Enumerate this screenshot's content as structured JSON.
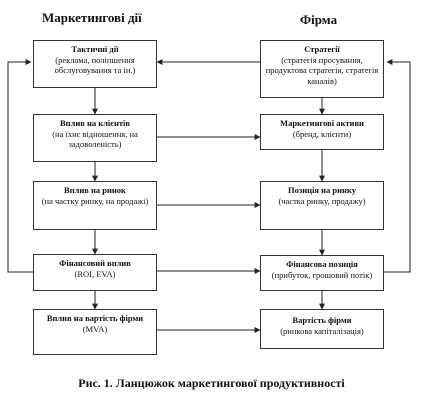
{
  "headers": {
    "left": "Маркетингові дії",
    "right": "Фірма"
  },
  "left_boxes": [
    {
      "title": "Тактичні дії",
      "desc": "(реклама, поліпшення обслуговування та ін.)"
    },
    {
      "title": "Вплив на клієнтів",
      "desc": "(на їхнє відношення, на задоволеність)"
    },
    {
      "title": "Вплив на ринок",
      "desc": "(на частку ринку, на продажі)"
    },
    {
      "title": "Фінансовий вплив",
      "desc": "(ROI, EVA)"
    },
    {
      "title": "Вплив на вартість фірми",
      "desc": "(MVA)"
    }
  ],
  "right_boxes": [
    {
      "title": "Стратегії",
      "desc": "(стратегія просування, продуктова стратегія, стратегія каналів)"
    },
    {
      "title": "Маркетингові активи",
      "desc": "(бренд, клієнти)"
    },
    {
      "title": "Позиція на ринку",
      "desc": "(частка ринку, продажу)"
    },
    {
      "title": "Фінансова позиція",
      "desc": "(прибуток, грошовий потік)"
    },
    {
      "title": "Вартість фірми",
      "desc": "(ринкова капіталізація)"
    }
  ],
  "caption": "Рис. 1. Ланцюжок маркетингової продуктивності"
}
